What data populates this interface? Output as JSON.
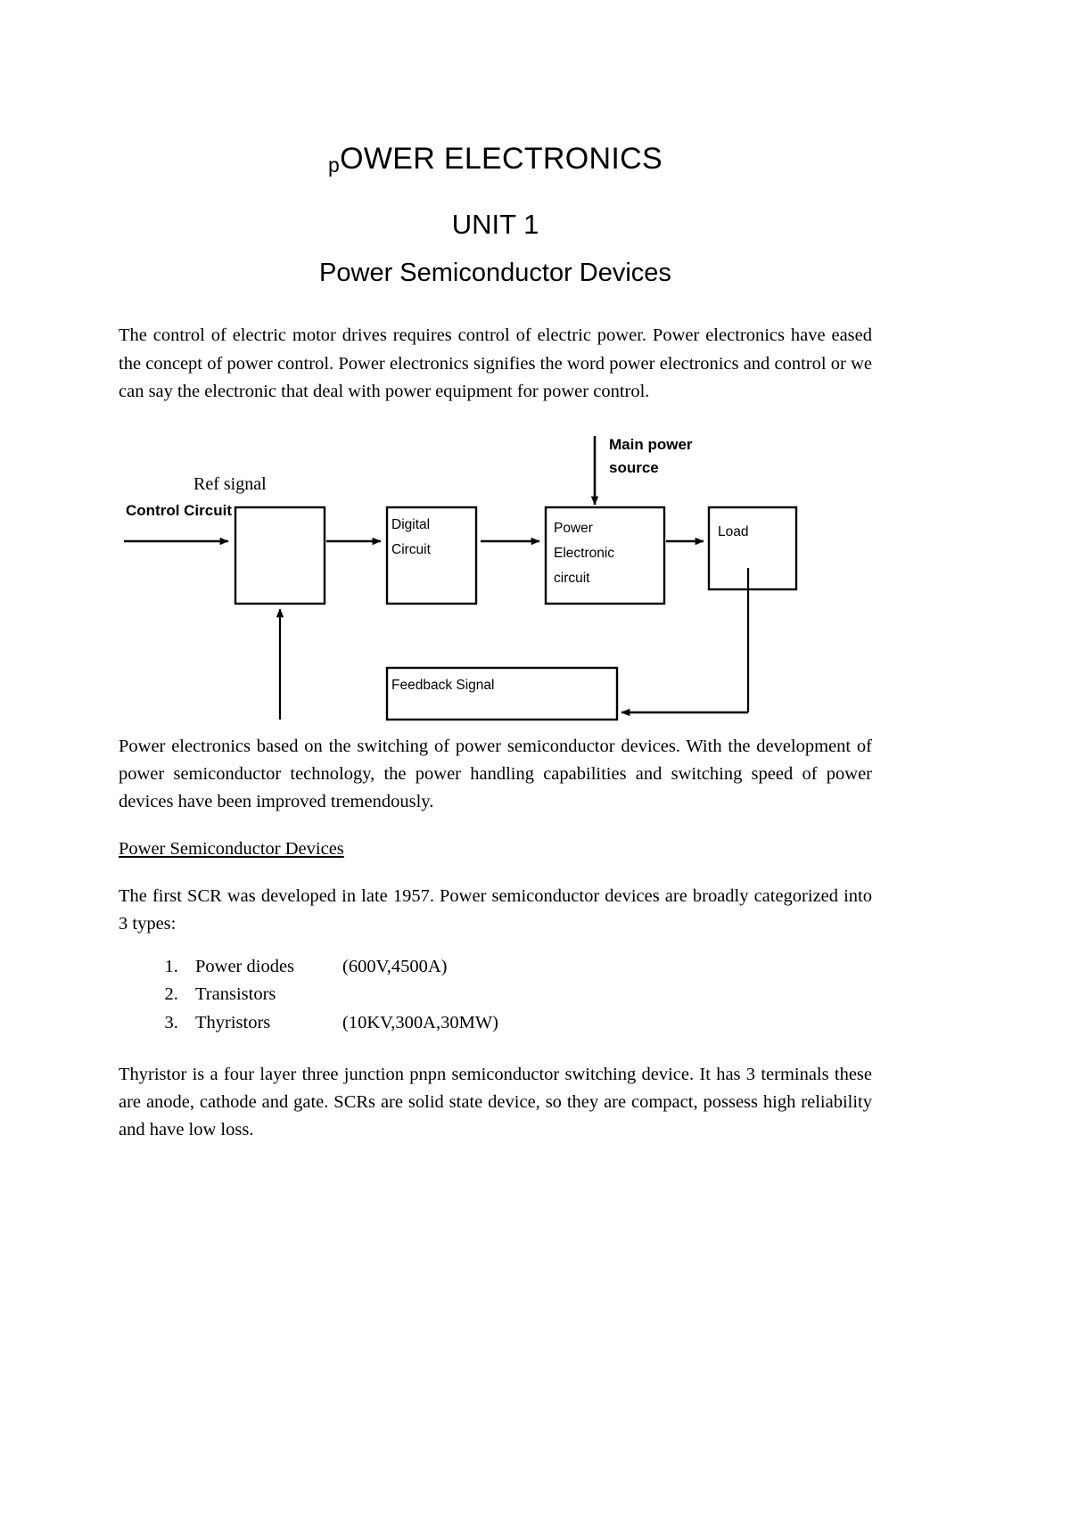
{
  "document": {
    "title_lead": "p",
    "title_rest": "OWER ELECTRONICS",
    "unit": "UNIT 1",
    "subtitle": "Power Semiconductor Devices"
  },
  "paragraphs": {
    "intro": "The control of electric motor drives requires control of electric power. Power electronics have eased the concept of power control. Power electronics signifies the word power electronics and control or we can say the electronic that deal with power equipment for power control.",
    "after_diagram": "Power electronics based on the switching of power semiconductor devices. With the development of power semiconductor technology, the power handling capabilities and switching speed of power devices have been improved tremendously.",
    "section_heading": "Power Semiconductor Devices",
    "scr_history": "The first SCR was developed in late 1957. Power semiconductor devices are broadly categorized into 3 types:",
    "thyristor_desc": "Thyristor is a four layer three junction pnpn semiconductor switching device. It has 3 terminals these are anode, cathode and gate. SCRs are solid state device, so they are compact, possess high reliability and have low loss."
  },
  "device_list": [
    {
      "name": "Power diodes",
      "rating": "(600V,4500A)"
    },
    {
      "name": "Transistors",
      "rating": ""
    },
    {
      "name": "Thyristors",
      "rating": "(10KV,300A,30MW)"
    }
  ],
  "diagram": {
    "label_ref_signal": "Ref signal",
    "label_control_circuit": "Control Circuit",
    "label_main_power_source_line1": "Main power",
    "label_main_power_source_line2": "source",
    "box_digital_line1": "Digital",
    "box_digital_line2": "Circuit",
    "box_power_line1": "Power",
    "box_power_line2": "Electronic",
    "box_power_line3": "circuit",
    "box_load": "Load",
    "box_feedback": "Feedback Signal"
  },
  "colors": {
    "page_background": "#ffffff",
    "text": "#000000",
    "diagram_stroke": "#000000"
  }
}
